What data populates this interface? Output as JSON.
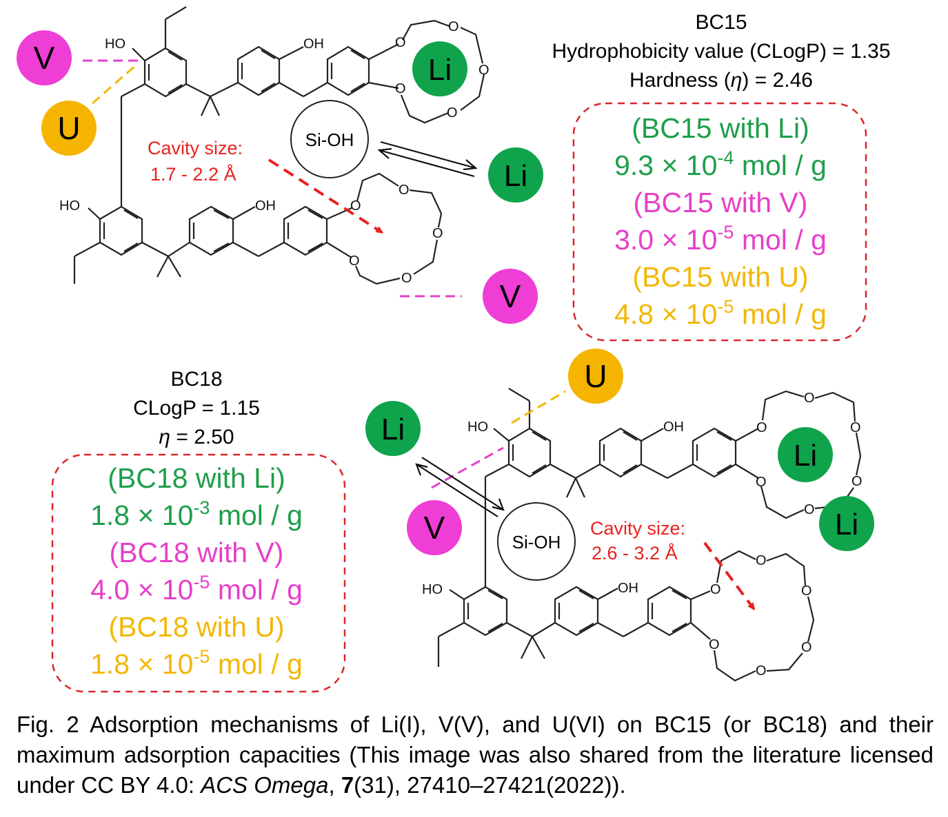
{
  "colors": {
    "green": "#1e9e4a",
    "li_circle": "#0fa44b",
    "magenta": "#e63fc9",
    "v_circle": "#ee3ed6",
    "orange": "#f2b705",
    "u_circle": "#f5b400",
    "red": "#e8221e",
    "box_border": "#d9262b"
  },
  "bc15": {
    "name": "BC15",
    "clogp": "Hydrophobicity value (CLogP) = 1.35",
    "hardness_prefix": "Hardness (",
    "hardness_symbol": "η",
    "hardness_suffix": ") = 2.46",
    "cavity_label": "Cavity size:",
    "cavity_value": "1.7 - 2.2 Å",
    "box": [
      {
        "label": "(BC15 with Li)",
        "mantissa": "9.3 × 10",
        "exponent": "-4",
        "unit": " mol / g"
      },
      {
        "label": "(BC15 with V)",
        "mantissa": "3.0 × 10",
        "exponent": "-5",
        "unit": " mol / g"
      },
      {
        "label": "(BC15 with U)",
        "mantissa": "4.8 × 10",
        "exponent": "-5",
        "unit": " mol / g"
      }
    ]
  },
  "bc18": {
    "name": "BC18",
    "clogp": "CLogP = 1.15",
    "hardness_symbol": "η",
    "hardness_suffix": " = 2.50",
    "cavity_label": "Cavity size:",
    "cavity_value": "2.6 - 3.2 Å",
    "box": [
      {
        "label": "(BC18 with Li)",
        "mantissa": "1.8 × 10",
        "exponent": "-3",
        "unit": " mol / g"
      },
      {
        "label": "(BC18 with V)",
        "mantissa": "4.0 × 10",
        "exponent": "-5",
        "unit": " mol / g"
      },
      {
        "label": "(BC18 with U)",
        "mantissa": "1.8 × 10",
        "exponent": "-5",
        "unit": " mol / g"
      }
    ]
  },
  "labels": {
    "li": "Li",
    "v": "V",
    "u": "U",
    "sioh": "Si-OH",
    "ho": "HO",
    "oh": "OH",
    "o": "O"
  },
  "caption": {
    "part1": "Fig. 2 Adsorption mechanisms of Li(I), V(V), and U(VI) on BC15 (or BC18) and their maximum adsorption capacities (This image was also shared from the literature licensed under CC BY 4.0: ",
    "journal": "ACS Omega",
    "sep": ", ",
    "volume": "7",
    "rest": "(31), 27410–27421(2022))."
  }
}
